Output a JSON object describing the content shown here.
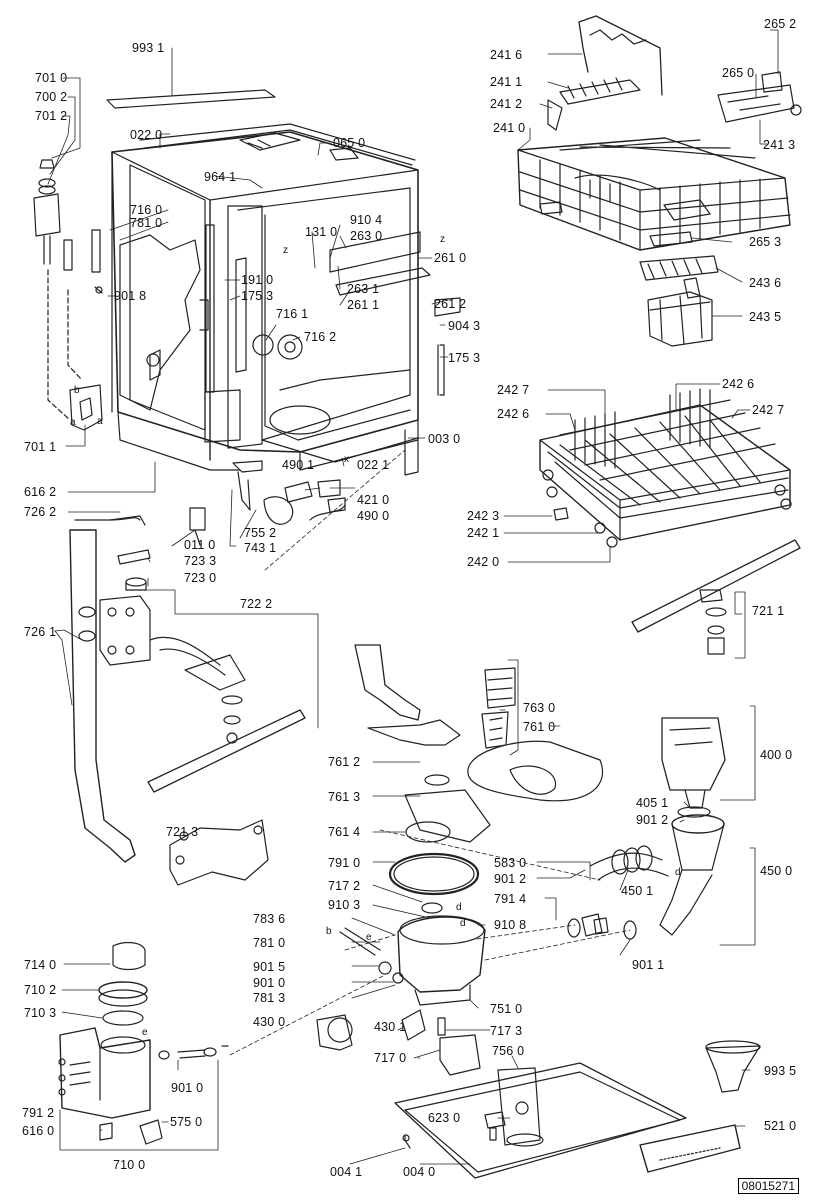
{
  "doc_number": "08015271",
  "labels": {
    "l9931": "993 1",
    "l7010": "701 0",
    "l7002": "700 2",
    "l7012": "701 2",
    "l0220": "022 0",
    "l0650": "065 0",
    "l9641": "964 1",
    "l7160": "716 0",
    "l7810": "781 0",
    "l9104": "910 4",
    "l1310": "131 0",
    "l2630": "263 0",
    "l1910": "191 0",
    "l1753a": "175 3",
    "l2610": "261 0",
    "l2631": "263 1",
    "l2611": "261 1",
    "l2612": "261 2",
    "l9018a": "901 8",
    "l7161": "716 1",
    "l7162": "716 2",
    "l9043": "904 3",
    "l1753b": "175 3",
    "l0030": "003 0",
    "l7011": "701 1",
    "l4901": "490 1",
    "l0221": "022 1",
    "l4210": "421 0",
    "l4900": "490 0",
    "l6162a": "616 2",
    "l7262": "726 2",
    "l7552": "755 2",
    "l0110": "011 0",
    "l7431": "743 1",
    "l7233": "723 3",
    "l7230": "723 0",
    "l7222": "722 2",
    "l7261": "726 1",
    "l2416": "241 6",
    "l2652": "265 2",
    "l2411": "241 1",
    "l2650": "265 0",
    "l2412": "241 2",
    "l2410": "241 0",
    "l2413": "241 3",
    "l2653": "265 3",
    "l2436": "243 6",
    "l2435": "243 5",
    "l2427a": "242 7",
    "l2426a": "242 6",
    "l2426b": "242 6",
    "l2427b": "242 7",
    "l2423": "242 3",
    "l2421": "242 1",
    "l2420": "242 0",
    "l7211": "721 1",
    "l7630": "763 0",
    "l7610": "761 0",
    "l4000": "400 0",
    "l7612": "761 2",
    "l7613": "761 3",
    "l7614": "761 4",
    "l4051": "405 1",
    "l9012a": "901 2",
    "l7213": "721 3",
    "l7910": "791 0",
    "l5830": "583 0",
    "l9012b": "901 2",
    "l4500": "450 0",
    "l7172": "717 2",
    "l4501": "450 1",
    "l9103": "910 3",
    "l9108": "910 8",
    "l7914": "791 4",
    "l7836": "783 6",
    "l7810b": "781 0",
    "l9015": "901 5",
    "l9011": "901 1",
    "l7140": "714 0",
    "l9010a": "901 0",
    "l7102": "710 2",
    "l7813": "781 3",
    "l7510": "751 0",
    "l7103": "710 3",
    "l4300": "430 0",
    "l4301": "430 1",
    "l7173": "717 3",
    "l7560": "756 0",
    "l7170": "717 0",
    "l9010b": "901 0",
    "l9935": "993 5",
    "l7912": "791 2",
    "l6160": "616 0",
    "l5750": "575 0",
    "l6230": "623 0",
    "l5210": "521 0",
    "l7100": "710 0",
    "l0041": "004 1",
    "l0040": "004 0"
  }
}
